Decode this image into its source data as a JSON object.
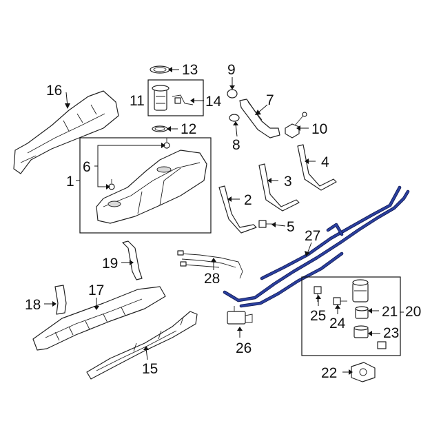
{
  "diagram": {
    "callouts": [
      {
        "id": "c1",
        "label": "1"
      },
      {
        "id": "c2",
        "label": "2"
      },
      {
        "id": "c3",
        "label": "3"
      },
      {
        "id": "c4",
        "label": "4"
      },
      {
        "id": "c5",
        "label": "5"
      },
      {
        "id": "c6",
        "label": "6"
      },
      {
        "id": "c7",
        "label": "7"
      },
      {
        "id": "c8",
        "label": "8"
      },
      {
        "id": "c9",
        "label": "9"
      },
      {
        "id": "c10",
        "label": "10"
      },
      {
        "id": "c11",
        "label": "11"
      },
      {
        "id": "c12",
        "label": "12"
      },
      {
        "id": "c13",
        "label": "13"
      },
      {
        "id": "c14",
        "label": "14"
      },
      {
        "id": "c15",
        "label": "15"
      },
      {
        "id": "c16",
        "label": "16"
      },
      {
        "id": "c17",
        "label": "17"
      },
      {
        "id": "c18",
        "label": "18"
      },
      {
        "id": "c19",
        "label": "19"
      },
      {
        "id": "c20",
        "label": "20"
      },
      {
        "id": "c21",
        "label": "21"
      },
      {
        "id": "c22",
        "label": "22"
      },
      {
        "id": "c23",
        "label": "23"
      },
      {
        "id": "c24",
        "label": "24"
      },
      {
        "id": "c25",
        "label": "25"
      },
      {
        "id": "c26",
        "label": "26"
      },
      {
        "id": "c27",
        "label": "27"
      },
      {
        "id": "c28",
        "label": "28"
      }
    ],
    "colors": {
      "line_art": "#222222",
      "fuel_line_highlight": "#2a3f9e",
      "background": "#ffffff"
    }
  }
}
